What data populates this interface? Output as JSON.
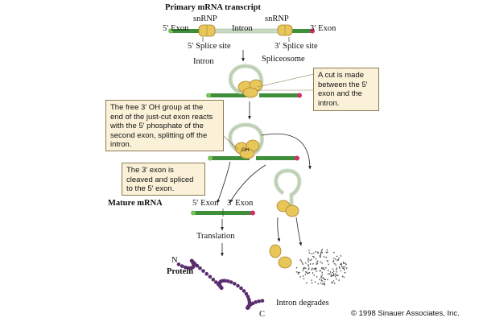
{
  "title": "Primary mRNA transcript",
  "labels": {
    "snrnp_left": "snRNP",
    "snrnp_right": "snRNP",
    "exon5": "5′ Exon",
    "intron_top": "Intron",
    "exon3": "3′ Exon",
    "splice5": "5′ Splice site",
    "splice3": "3′ Splice site",
    "intron_loop": "Intron",
    "spliceosome": "Spliceosome",
    "mature_mrna": "Mature mRNA",
    "mature_exon5": "5′ Exon",
    "mature_exon3": "3′ Exon",
    "translation": "Translation",
    "protein": "Protein",
    "n_term": "N",
    "c_term": "C",
    "intron_degrades": "Intron degrades",
    "oh": "OH"
  },
  "callouts": {
    "cut": [
      "A cut is made",
      "between the 5′",
      "exon and the",
      "intron."
    ],
    "oh_group": [
      "The free 3′ OH group at the",
      "end of the just-cut exon reacts",
      "with the 5′ phosphate of the",
      "second exon, splitting off the",
      "intron."
    ],
    "exon3_spliced": [
      "The 3′ exon is",
      "cleaved and spliced",
      "to the 5′ exon."
    ]
  },
  "copyright": "© 1998 Sinauer Associates, Inc.",
  "colors": {
    "exon": "#3f8f3a",
    "intron": "#c9d9c2",
    "snrnp": "#e8c65a",
    "end5": "#7cc35a",
    "end3": "#d0306a",
    "protein": "#5b2d6e",
    "callout_bg": "#fbf1d9"
  }
}
